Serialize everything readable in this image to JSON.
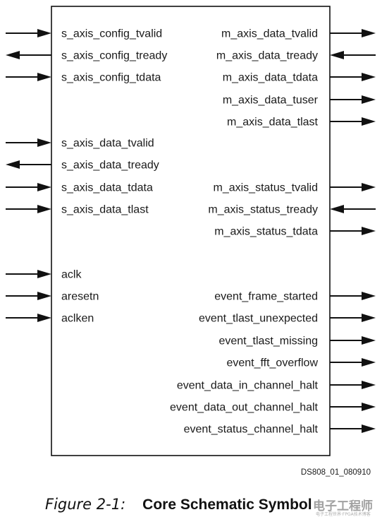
{
  "left_ports": [
    {
      "label": "s_axis_config_tvalid",
      "dir": "in"
    },
    {
      "label": "s_axis_config_tready",
      "dir": "out"
    },
    {
      "label": "s_axis_config_tdata",
      "dir": "in"
    },
    {
      "label": "s_axis_data_tvalid",
      "dir": "in"
    },
    {
      "label": "s_axis_data_tready",
      "dir": "out"
    },
    {
      "label": "s_axis_data_tdata",
      "dir": "in"
    },
    {
      "label": "s_axis_data_tlast",
      "dir": "in"
    },
    {
      "label": "aclk",
      "dir": "in"
    },
    {
      "label": "aresetn",
      "dir": "in"
    },
    {
      "label": "aclken",
      "dir": "in"
    }
  ],
  "right_ports": [
    {
      "label": "m_axis_data_tvalid",
      "dir": "out"
    },
    {
      "label": "m_axis_data_tready",
      "dir": "in"
    },
    {
      "label": "m_axis_data_tdata",
      "dir": "out"
    },
    {
      "label": "m_axis_data_tuser",
      "dir": "out"
    },
    {
      "label": "m_axis_data_tlast",
      "dir": "out"
    },
    {
      "label": "m_axis_status_tvalid",
      "dir": "out"
    },
    {
      "label": "m_axis_status_tready",
      "dir": "in"
    },
    {
      "label": "m_axis_status_tdata",
      "dir": "out"
    },
    {
      "label": "event_frame_started",
      "dir": "out"
    },
    {
      "label": "event_tlast_unexpected",
      "dir": "out"
    },
    {
      "label": "event_tlast_missing",
      "dir": "out"
    },
    {
      "label": "event_fft_overflow",
      "dir": "out"
    },
    {
      "label": "event_data_in_channel_halt",
      "dir": "out"
    },
    {
      "label": "event_data_out_channel_halt",
      "dir": "out"
    },
    {
      "label": "event_status_channel_halt",
      "dir": "out"
    }
  ],
  "figure_id": "DS808_01_080910",
  "caption": {
    "number": "Figure 2-1:",
    "title": "Core Schematic Symbol"
  },
  "watermark": {
    "line1": "人人都是电子工程师",
    "line2": "电子工程世界·FPGA技术博客"
  },
  "colors": {
    "line": "#111111",
    "text": "#1a1a1a"
  }
}
